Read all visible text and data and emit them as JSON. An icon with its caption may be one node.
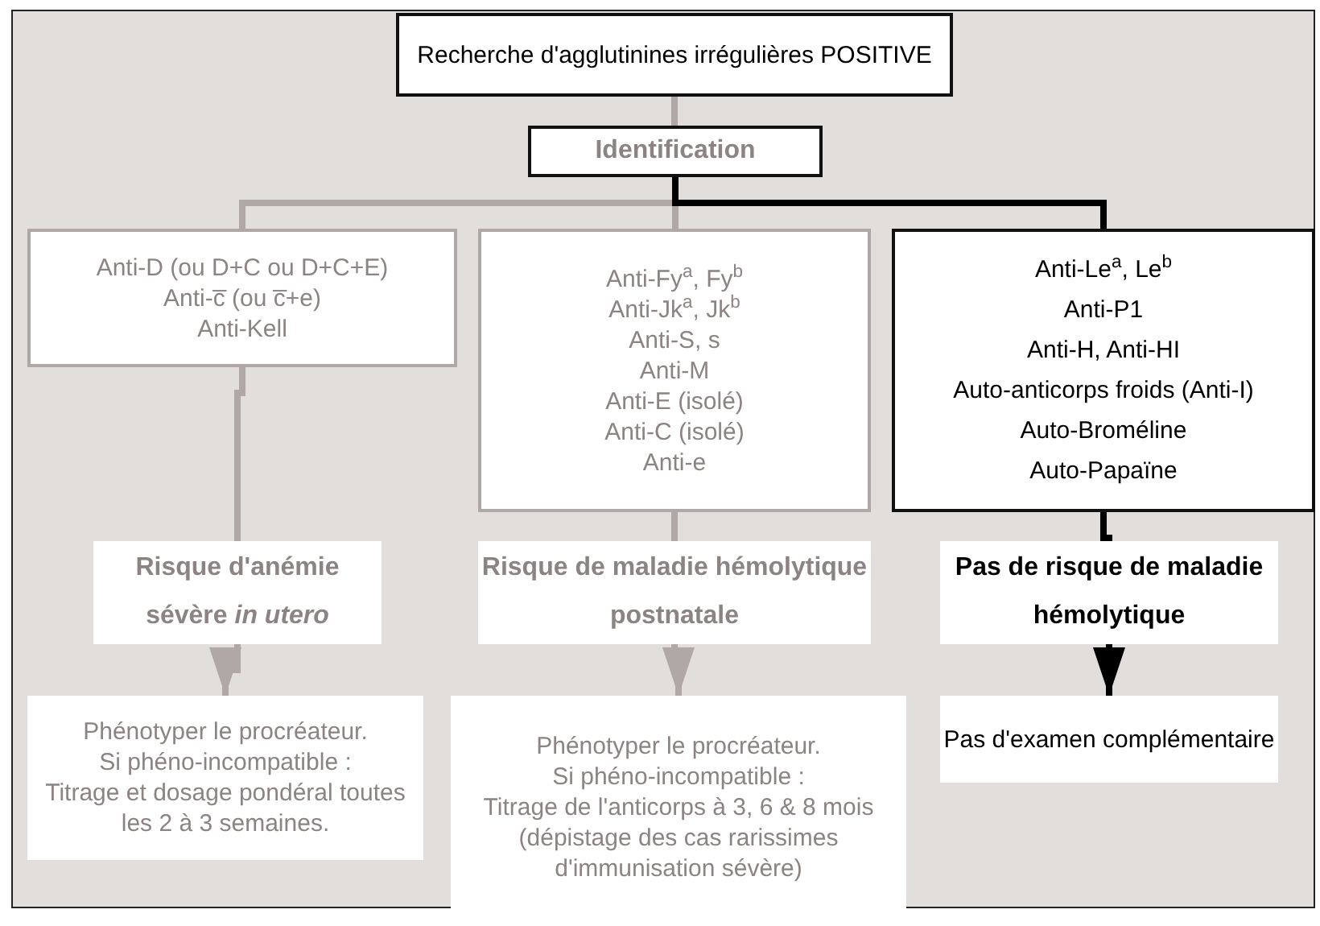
{
  "diagram": {
    "nodes": [
      {
        "text": [
          "Recherche d'agglutinines irrégulières POSITIVE"
        ]
      },
      {
        "text": [
          "Identification"
        ]
      },
      {
        "text": [
          "Anti-D (ou D+C ou D+C+E)",
          "Anti-c̅ (ou c̅+e)",
          "Anti-Kell"
        ]
      },
      {
        "text": [
          "Anti-Fy$^{a}$, Fy$^{b}$",
          "Anti-Jk$^{a}$, Jk$^{b}$",
          "Anti-S, s",
          "Anti-M",
          "Anti-E (isolé)",
          "Anti-C (isolé)",
          "Anti-e"
        ]
      },
      {
        "text": [
          "Anti-Le$^{a}$, Le$^{b}$",
          "Anti-P1",
          "Anti-H, Anti-HI",
          "Auto-anticorps froids (Anti-I)",
          "Auto-Broméline",
          "Auto-Papaïne"
        ]
      },
      {
        "text": [
          "Risque d'anémie sévère *in utero*"
        ]
      },
      {
        "text": [
          "Risque de maladie hémolytique postnatale"
        ]
      },
      {
        "text": [
          "Pas de risque de maladie hémolytique"
        ]
      },
      {
        "text": [
          "Phénotyper le procréateur.",
          "Si phéno-incompatible :",
          "Titrage et dosage pondéral toutes les 2 à 3 semaines."
        ]
      },
      {
        "text": [
          "Phénotyper le procréateur.",
          "Si phéno-incompatible :",
          "Titrage de l'anticorps à 3, 6 & 8 mois (dépistage des cas rarissimes d'immunisation sévère)"
        ]
      },
      {
        "text": [
          "Pas d'examen complémentaire"
        ]
      }
    ],
    "edges": [
      {
        "from": 0,
        "to": 1,
        "arrow": "none"
      },
      {
        "from": 1,
        "to": 2,
        "arrow": "none"
      },
      {
        "from": 1,
        "to": 3,
        "arrow": "none"
      },
      {
        "from": 1,
        "to": 4,
        "arrow": "none",
        "color": "#000000"
      },
      {
        "from": 2,
        "to": 5,
        "arrow": "none"
      },
      {
        "from": 3,
        "to": 6,
        "arrow": "none"
      },
      {
        "from": 4,
        "to": 7,
        "arrow": "none",
        "color": "#000000"
      },
      {
        "from": 5,
        "to": 8,
        "arrow": "to"
      },
      {
        "from": 6,
        "to": 9,
        "arrow": "to"
      },
      {
        "from": 7,
        "to": 10,
        "arrow": "to",
        "color": "#000000"
      }
    ]
  }
}
